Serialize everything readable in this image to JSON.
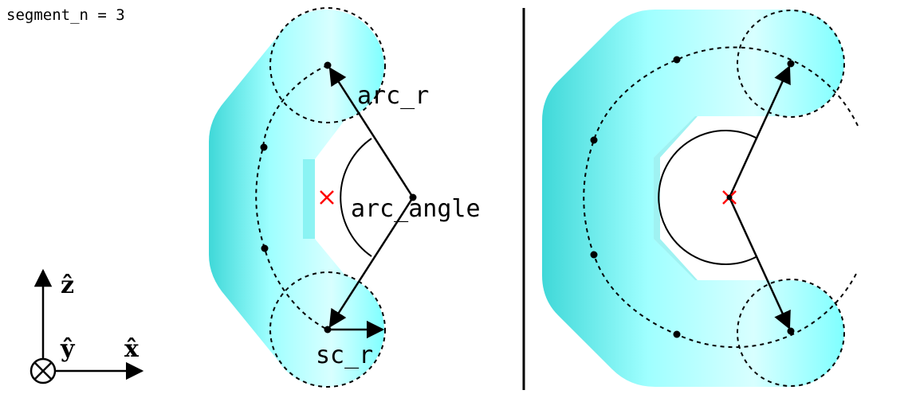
{
  "header": {
    "segment_label": "segment_n = 3"
  },
  "left_diagram": {
    "arc_r_label": "arc_r",
    "arc_angle_label": "arc_angle",
    "sc_r_label": "sc_r"
  },
  "axes": {
    "z_label": "ẑ",
    "y_label": "ŷ",
    "x_label": "x̂"
  },
  "colors": {
    "tube_fill": "#7FFFFF",
    "tube_light": "#D8FFFF",
    "tube_shade": "#3FD8D8",
    "outline": "#000000",
    "center_mark": "#FF0000"
  },
  "icons": {
    "center": "red-x-icon",
    "y_axis": "circled-times-icon"
  }
}
